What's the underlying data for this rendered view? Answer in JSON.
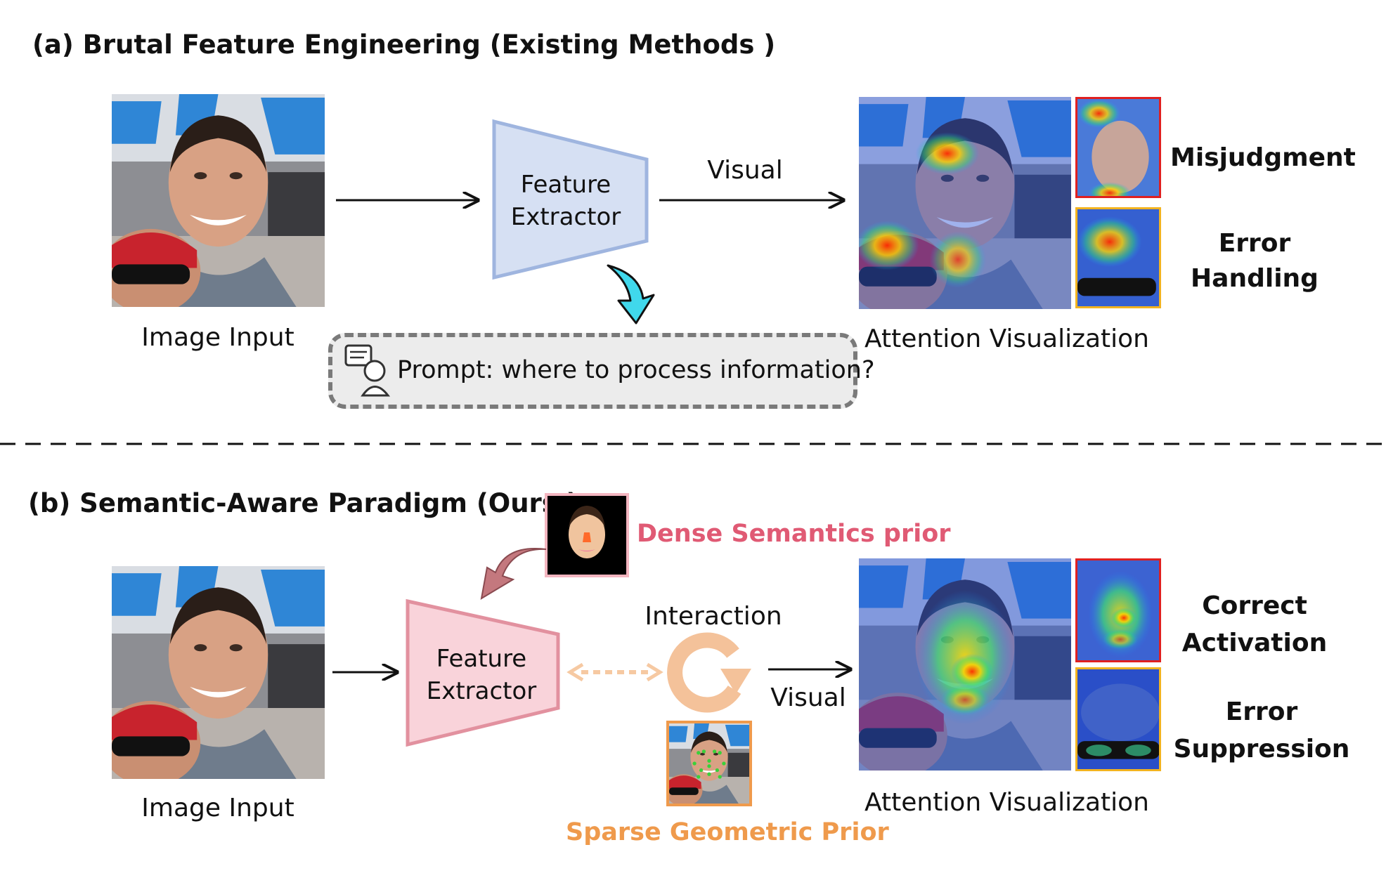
{
  "part_a": {
    "title": "(a) Brutal Feature Engineering (Existing Methods )",
    "input_label": "Image Input",
    "extractor_label_line1": "Feature",
    "extractor_label_line2": "Extractor",
    "visual_label": "Visual",
    "attention_label": "Attention Visualization",
    "prompt_text": "Prompt: where to process information?",
    "side_label_1": "Misjudgment",
    "side_label_2_line1": "Error",
    "side_label_2_line2": "Handling"
  },
  "part_b": {
    "title": "(b) Semantic-Aware Paradigm (Ours )",
    "dense_prior_label": "Dense Semantics prior",
    "input_label": "Image Input",
    "extractor_label_line1": "Feature",
    "extractor_label_line2": "Extractor",
    "interaction_label": "Interaction",
    "visual_label": "Visual",
    "sparse_prior_label": "Sparse Geometric Prior",
    "attention_label": "Attention Visualization",
    "side_label_1_line1": "Correct",
    "side_label_1_line2": "Activation",
    "side_label_2_line1": "Error",
    "side_label_2_line2": "Suppression"
  },
  "colors": {
    "extractor_a_fill": "#d6e0f3",
    "extractor_a_stroke": "#9fb5df",
    "extractor_b_fill": "#f9d3da",
    "extractor_b_stroke": "#e2919f",
    "dense_prior": "#e05a74",
    "sparse_prior": "#ef9a4c",
    "crop_red": "#e02020",
    "crop_yellow": "#f2b320",
    "cyan_arrow": "#40d8ec"
  }
}
